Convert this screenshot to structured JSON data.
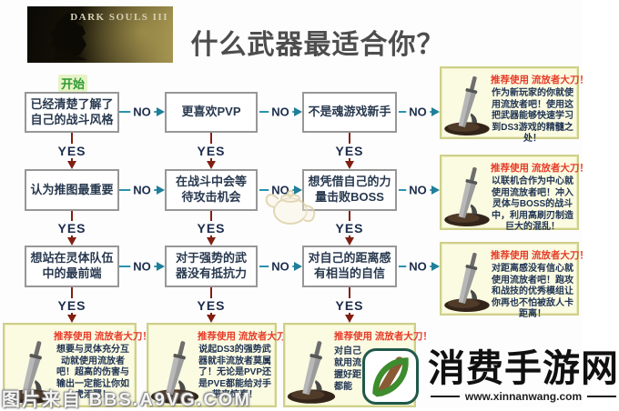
{
  "header": {
    "banner_title": "DARK SOULS III",
    "page_title": "什么武器最适合你？",
    "start_label": "开始"
  },
  "labels": {
    "yes": "YES",
    "no": "NO"
  },
  "decisions": [
    "已经清楚了解了自己的战斗风格",
    "更喜欢PVP",
    "不是魂游戏新手",
    "认为推图最重要",
    "在战斗中会等待攻击机会",
    "想凭借自己的力量击败BOSS",
    "想站在灵体队伍中的最前端",
    "对于强势的武器没有抵抗力",
    "对自己的距离感有相当的自信"
  ],
  "recommendation_title": "推荐使用 流放者大刀！",
  "recommendations": {
    "right": [
      {
        "body": "作为新玩家的你就使用流放者吧！使用这把武器能够快速学习到DS3游戏的精髓之处！"
      },
      {
        "body": "以联机合作为中心就使用流放者吧！冲入灵体与BOSS的战斗中，利用高刷刃制造巨大的混乱！"
      },
      {
        "body": "对距离感没有信心就使用流放者吧！跑攻和战技的优秀模组让你再也不怕被敌人卡距离！"
      }
    ],
    "bottom": [
      {
        "body": "想要与灵体充分互动就使用流放者吧！超高的伤害与输出一定能让你如虎添翼！"
      },
      {
        "body": "说起DS3的强势武器就非流放者莫属了！无论是PVP还是PVE都能给对手带来惊喜！"
      },
      {
        "body_lines": [
          "对自己",
          "就用流",
          "握好距",
          "都能"
        ]
      }
    ]
  },
  "watermarks": {
    "source_credit": "图片来自 BBS.A9VG.COM",
    "site_name": "消费手游网",
    "site_url": "www.xinnanwang.com"
  },
  "colors": {
    "no_arrow": "#2a93ac",
    "yes_arrow": "#801f12",
    "recommendation_title_red": "#e63c28",
    "recommendation_bg": "#fbfbe2",
    "recommendation_border": "#cfcf8c",
    "start_green": "#2e9a33"
  }
}
